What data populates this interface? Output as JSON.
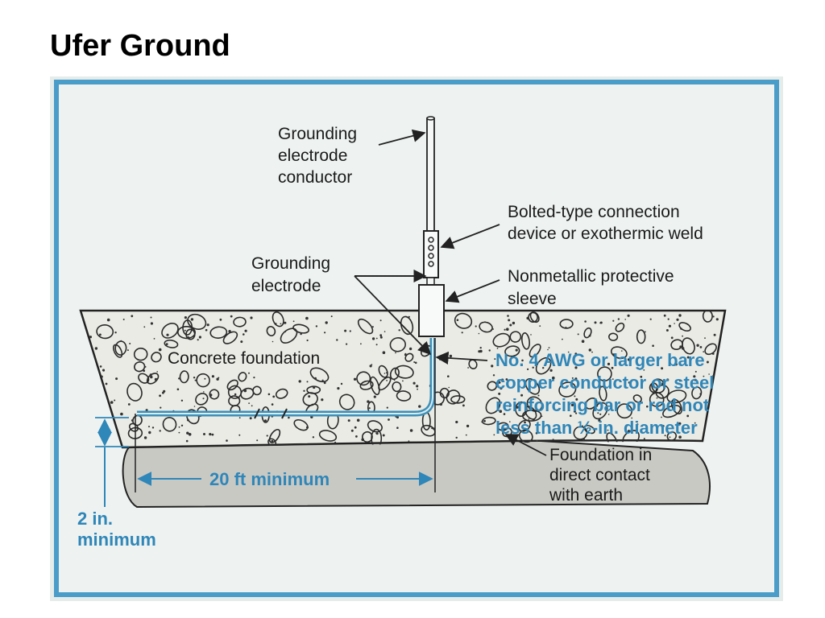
{
  "slide": {
    "title": "Ufer Ground"
  },
  "colors": {
    "frame": "#4a9cc9",
    "background": "#ecf2f0",
    "accent_text": "#2f86b8",
    "concrete": "#e9e9e3",
    "earth": "#c8c8c3",
    "conductor": "#3d8fb6",
    "line": "#222222"
  },
  "labels": {
    "gec": [
      "Grounding",
      "electrode",
      "conductor"
    ],
    "bolted": [
      "Bolted-type connection",
      "device or exothermic weld"
    ],
    "electrode": [
      "Grounding",
      "electrode"
    ],
    "sleeve": [
      "Nonmetallic protective",
      "sleeve"
    ],
    "concrete": "Concrete foundation",
    "awg": [
      "No. 4 AWG or larger bare",
      "copper conductor or steel",
      "reinforcing bar or rod not",
      "less than ½-in. diameter"
    ],
    "foundation": [
      "Foundation in",
      "direct contact",
      "with earth"
    ],
    "length": "20 ft minimum",
    "depth": [
      "2 in.",
      "minimum"
    ]
  }
}
